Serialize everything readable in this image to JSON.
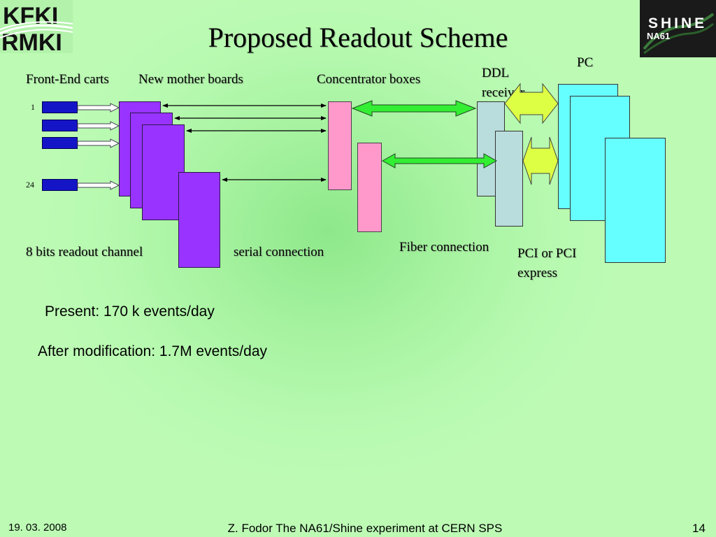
{
  "slide": {
    "title": "Proposed Readout Scheme",
    "labels": {
      "front_end": "Front-End carts",
      "mother_boards": "New mother boards",
      "concentrator": "Concentrator boxes",
      "ddl_line1": "DDL",
      "ddl_line2": "receiver",
      "pc": "PC",
      "readout_channel": "8 bits readout channel",
      "serial": "serial connection",
      "fiber": "Fiber connection",
      "pci_line1": "PCI or PCI",
      "pci_line2": "express",
      "card_first": "1",
      "card_last": "24"
    },
    "stats": {
      "present": "Present: 170 k events/day",
      "after": "After modification: 1.7M events/day"
    },
    "logos": {
      "left_top": "KFKI",
      "left_bottom": "RMKI",
      "right_top": "SHINE",
      "right_bottom": "NA61"
    },
    "footer": {
      "date": "19. 03. 2008",
      "center": "Z. Fodor The NA61/Shine experiment at CERN SPS",
      "page": "14"
    }
  },
  "colors": {
    "front_end": "#1515c8",
    "mother_board": "#9933ff",
    "concentrator": "#ff99cc",
    "ddl": "#b9dcdc",
    "pc": "#66ffff",
    "fiber_arrow": "#33ee33",
    "pci_arrow": "#ddff44"
  }
}
